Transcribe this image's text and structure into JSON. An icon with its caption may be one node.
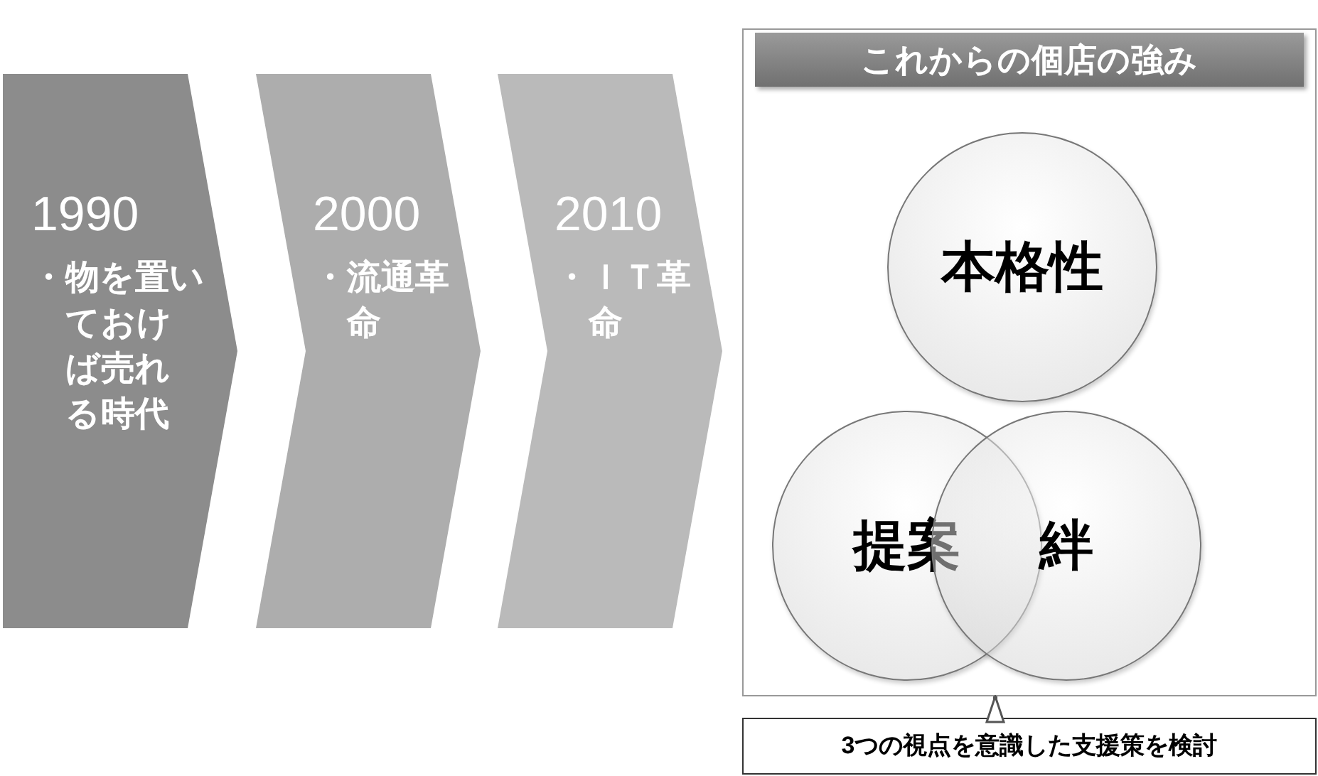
{
  "diagram": {
    "nodes": [
      {
        "text": [
          "1990",
          "・物を置いておけば売れる時代"
        ]
      },
      {
        "text": [
          "2000",
          "・流通革命"
        ]
      },
      {
        "text": [
          "2010",
          "・ＩＴ革命"
        ]
      },
      {
        "text": [
          "これからの個店の強み"
        ]
      },
      {
        "text": [
          "本格性"
        ],
        "in": 3
      },
      {
        "text": [
          "提案"
        ],
        "in": 3
      },
      {
        "text": [
          "絆"
        ],
        "in": 3
      },
      {
        "text": [
          "3つの視点を意識した支援策を検討"
        ]
      }
    ],
    "edges": [
      {
        "from": 7,
        "to": 3,
        "arrow": "to"
      }
    ]
  }
}
